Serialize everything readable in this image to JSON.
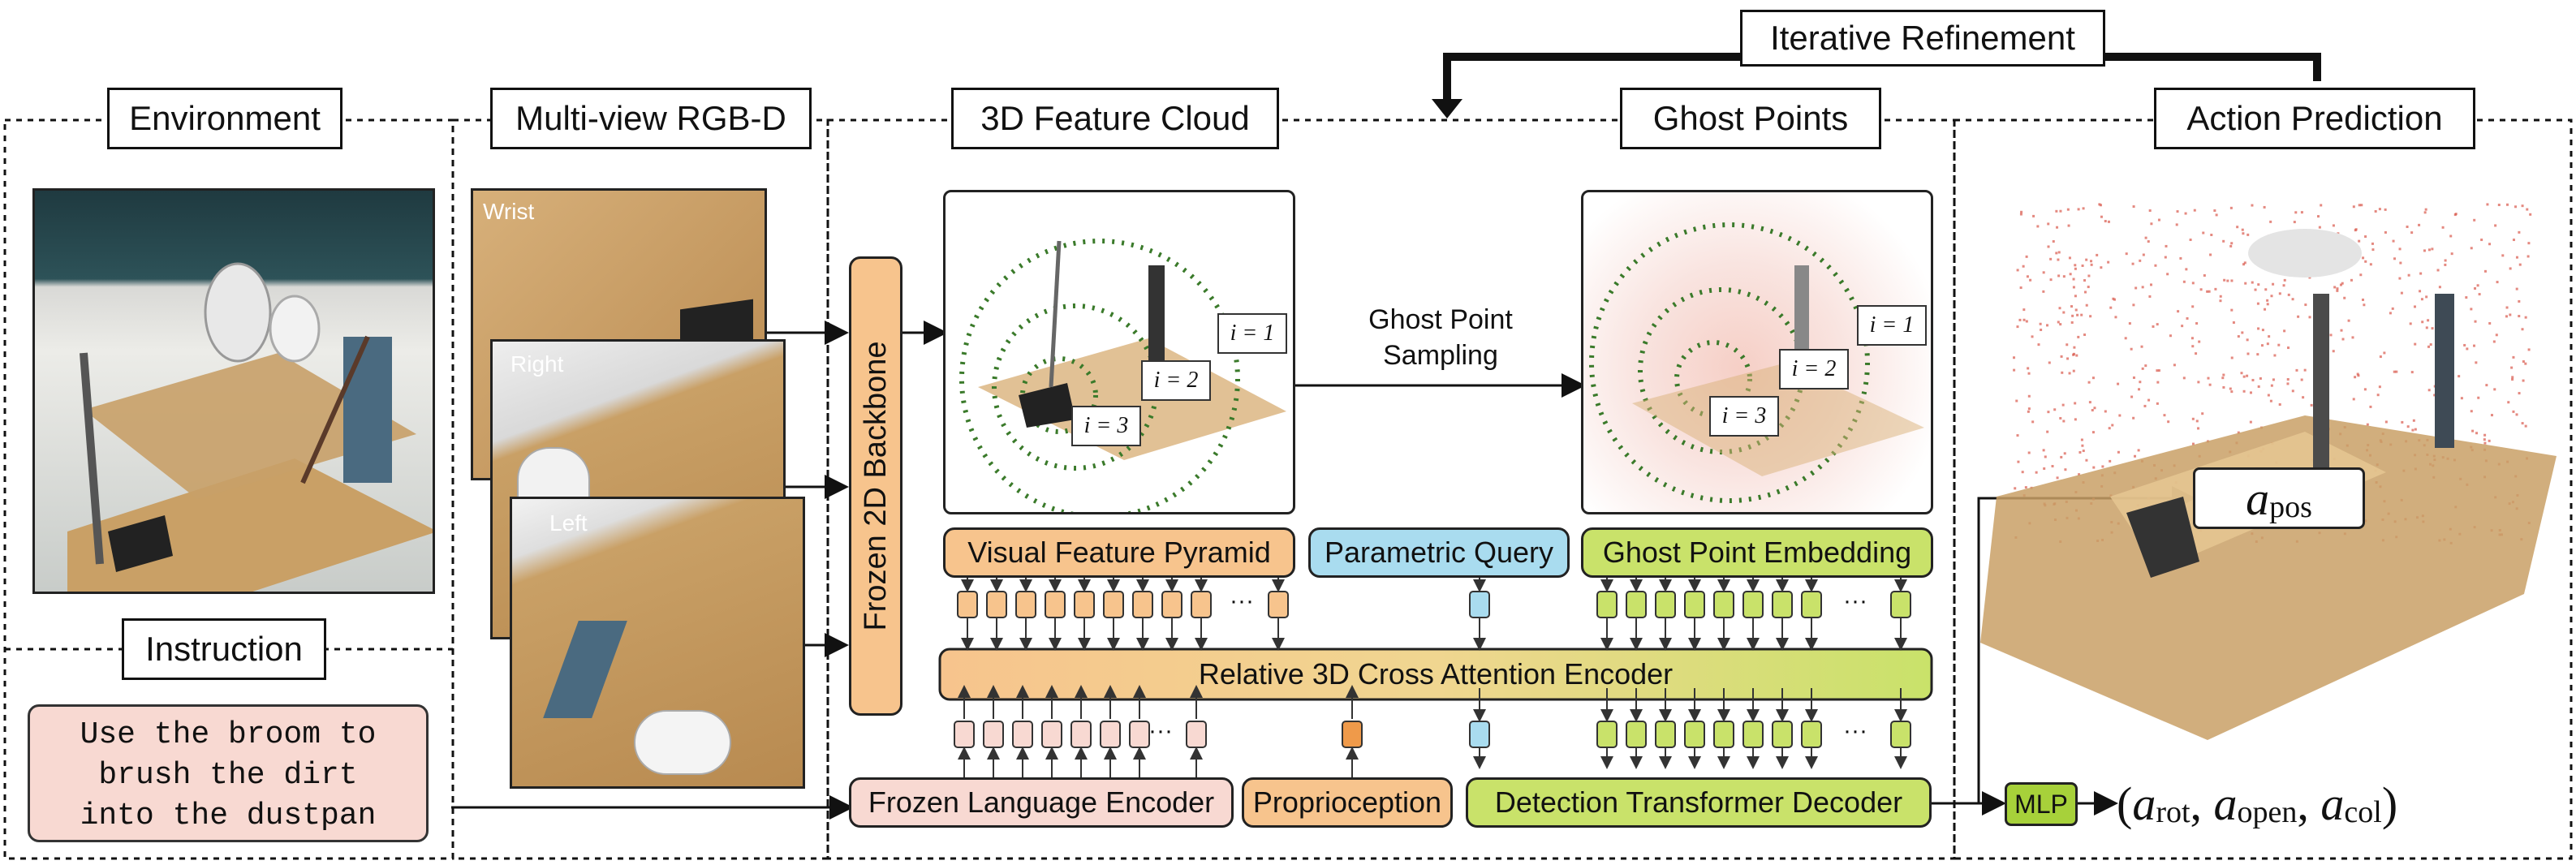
{
  "sections": {
    "environment": "Environment",
    "multiview": "Multi-view RGB-D",
    "feature_cloud": "3D Feature Cloud",
    "ghost_points": "Ghost Points",
    "action_prediction": "Action Prediction",
    "iterative_refinement": "Iterative Refinement",
    "instruction": "Instruction"
  },
  "instruction_text": [
    "Use the broom to",
    "brush the dirt",
    "into the dustpan"
  ],
  "views": [
    "Wrist",
    "Right",
    "Left"
  ],
  "backbone": "Frozen 2D Backbone",
  "sampling": [
    "Ghost Point",
    "Sampling"
  ],
  "iteration_labels": [
    "i = 1",
    "i = 2",
    "i = 3"
  ],
  "modules": {
    "visual_feature_pyramid": "Visual Feature Pyramid",
    "parametric_query": "Parametric Query",
    "ghost_point_embedding": "Ghost Point Embedding",
    "cross_attention": "Relative 3D Cross Attention Encoder",
    "language_encoder": "Frozen Language Encoder",
    "proprioception": "Proprioception",
    "detr_decoder": "Detection Transformer Decoder",
    "mlp": "MLP"
  },
  "ellipsis": "···",
  "outputs": {
    "pos_a": "a",
    "pos_sub": "pos",
    "rest_open": "(",
    "rest_a1": "a",
    "rest_s1": "rot",
    "rest_sep1": ", ",
    "rest_a2": "a",
    "rest_s2": "open",
    "rest_sep2": ", ",
    "rest_a3": "a",
    "rest_s3": "col",
    "rest_close": ")"
  },
  "colors": {
    "orange": "#f7c48d",
    "orange_dark": "#ef9a4a",
    "blue": "#a9dcef",
    "green": "#c9e26a",
    "pink": "#f8d9d2",
    "wood": "#c9a066"
  }
}
